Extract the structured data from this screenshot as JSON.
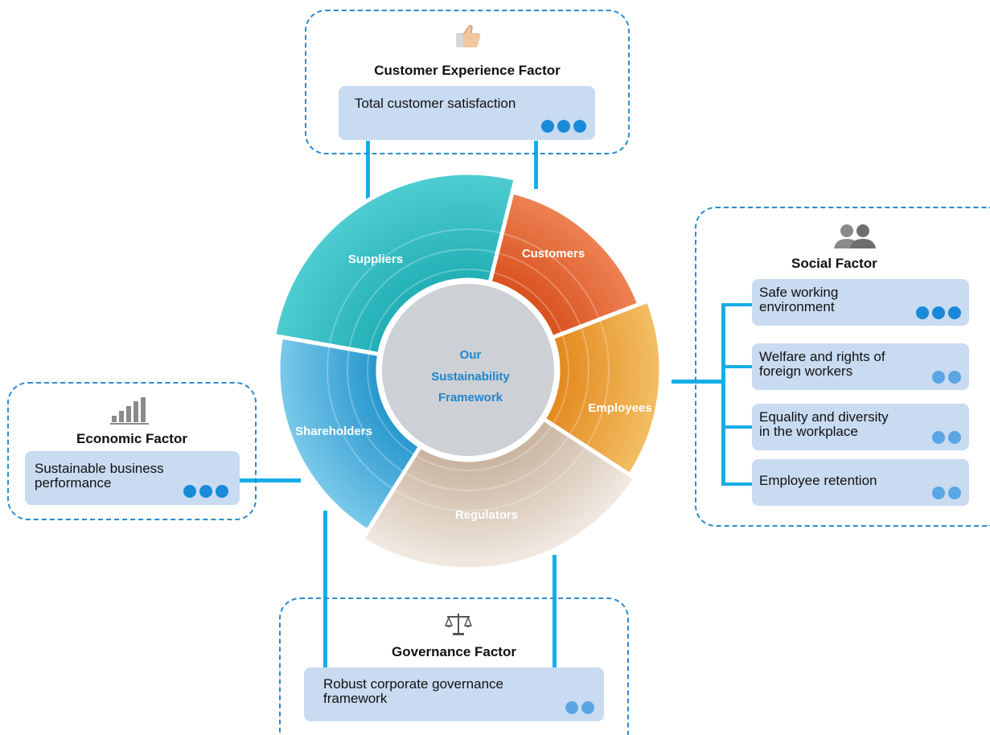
{
  "center": {
    "title_lines": [
      "Our",
      "Sustainability",
      "Framework"
    ]
  },
  "segments": [
    {
      "label": "Suppliers"
    },
    {
      "label": "Customers"
    },
    {
      "label": "Employees"
    },
    {
      "label": "Regulators"
    },
    {
      "label": "Shareholders"
    }
  ],
  "customer_factor": {
    "title": "Customer Experience Factor",
    "icon": "thumbs-up-icon",
    "items": [
      {
        "text": "Total customer satisfaction",
        "dots": 3
      }
    ]
  },
  "social_factor": {
    "title": "Social Factor",
    "icon": "people-icon",
    "items": [
      {
        "text": "Safe working\nenvironment",
        "dots": 3
      },
      {
        "text": "Welfare and rights of\nforeign workers",
        "dots": 2
      },
      {
        "text": "Equality and diversity\nin the workplace",
        "dots": 2
      },
      {
        "text": "Employee retention",
        "dots": 2
      }
    ]
  },
  "economic_factor": {
    "title": "Economic Factor",
    "icon": "bar-chart-icon",
    "items": [
      {
        "text": "Sustainable business\nperformance",
        "dots": 3
      }
    ]
  },
  "governance_factor": {
    "title": "Governance Factor",
    "icon": "scales-icon",
    "items": [
      {
        "text": "Robust corporate governance\nframework",
        "dots": 2
      }
    ]
  },
  "colors": {
    "connector": "#16aee6",
    "dashed_border": "#2a8ccd",
    "item_bg": "#c8dbf1",
    "dot_dark": "#1a8ad8",
    "dot_light": "#5aa5e3",
    "center_text": "#1f86cc",
    "suppliers": "#2fc1c6",
    "customers": "#ef6a35",
    "employees": "#eba032",
    "regulators": "#d8c8b8",
    "shareholders": "#2fa3d6"
  }
}
